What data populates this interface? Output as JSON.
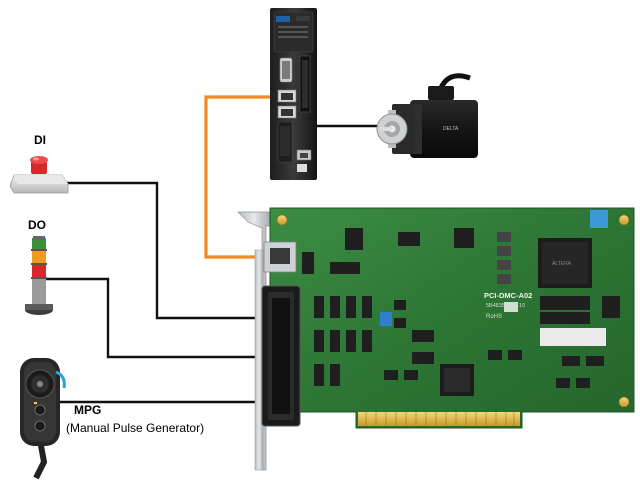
{
  "labels": {
    "di": "DI",
    "do": "DO",
    "mpg": "MPG",
    "mpg_full": "(Manual Pulse Generator)"
  },
  "board": {
    "model": "PCI-DMC-A02",
    "serial": "5B48350800-10",
    "rohs": "RoHS"
  },
  "colors": {
    "ethernet_cable": "#f08a24",
    "io_cable": "#111111",
    "pcb_green": "#2f7a3a",
    "bracket_silver": "#c9ccce"
  },
  "devices": [
    "servo-drive-icon",
    "servo-motor-icon",
    "push-button-icon",
    "signal-tower-icon",
    "handwheel-icon",
    "motion-card-icon"
  ]
}
